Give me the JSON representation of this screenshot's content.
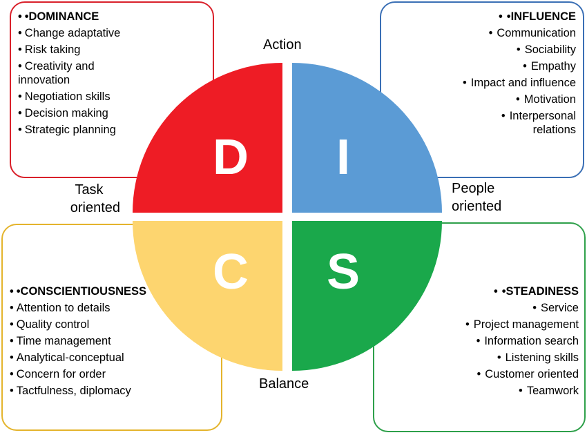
{
  "axes": {
    "top": "Action",
    "bottom": "Balance",
    "left_line1": "Task",
    "left_line2": "oriented",
    "right_line1": "People",
    "right_line2": "oriented"
  },
  "quadrants": {
    "d": {
      "letter": "D",
      "color": "#ee1c25"
    },
    "i": {
      "letter": "I",
      "color": "#5b9bd5"
    },
    "c": {
      "letter": "C",
      "color": "#fdd56f"
    },
    "s": {
      "letter": "S",
      "color": "#1aa84b"
    }
  },
  "dominance": {
    "title": "•DOMINANCE",
    "items": [
      "Change adaptative",
      "Risk taking",
      "Creativity and innovation",
      "Negotiation skills",
      "Decision making",
      "Strategic planning"
    ]
  },
  "influence": {
    "title": "•INFLUENCE",
    "items": [
      "Communication",
      "Sociability",
      "Empathy",
      "Impact and influence",
      "Motivation",
      "Interpersonal relations"
    ]
  },
  "conscientiousness": {
    "title": "•CONSCIENTIOUSNESS",
    "items": [
      "Attention to details",
      "Quality control",
      "Time management",
      "Analytical-conceptual",
      "Concern for order",
      "Tactfulness, diplomacy"
    ]
  },
  "steadiness": {
    "title": "•STEADINESS",
    "items": [
      "Service",
      "Project management",
      "Information search",
      "Listening skills",
      "Customer oriented",
      "Teamwork"
    ]
  }
}
